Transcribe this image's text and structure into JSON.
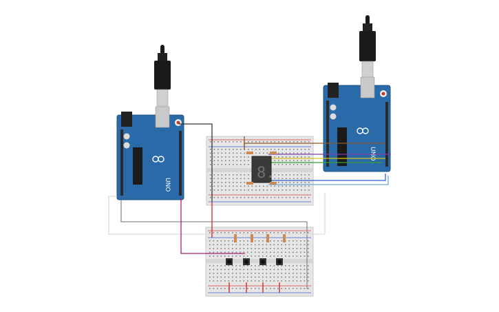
{
  "boards": [
    {
      "id": "arduino-left",
      "label": "UNO",
      "logo": "arduino-infinity-logo"
    },
    {
      "id": "arduino-right",
      "label": "UNO",
      "logo": "arduino-infinity-logo"
    }
  ],
  "display": {
    "digit": "8."
  },
  "colors": {
    "board": "#2b6aa8",
    "board_dark": "#1d4f80",
    "breadboard": "#e6e6e6",
    "wire_black": "#333333",
    "wire_grey": "#8c8c8c",
    "wire_white": "#dcdcdc",
    "wire_magenta": "#a3206e",
    "wire_red": "#cc2222",
    "wire_yellow": "#d9c21a",
    "wire_green": "#3aa13a",
    "wire_blue": "#2a5fd1",
    "wire_lightblue": "#6aa6d8",
    "wire_brown": "#8b5a2b",
    "wire_orange": "#e08a1e",
    "wire_purple": "#7b3fb5"
  },
  "icons": [
    "usb-cable-icon",
    "seven-segment-display-icon",
    "pushbutton-icon",
    "resistor-icon"
  ]
}
